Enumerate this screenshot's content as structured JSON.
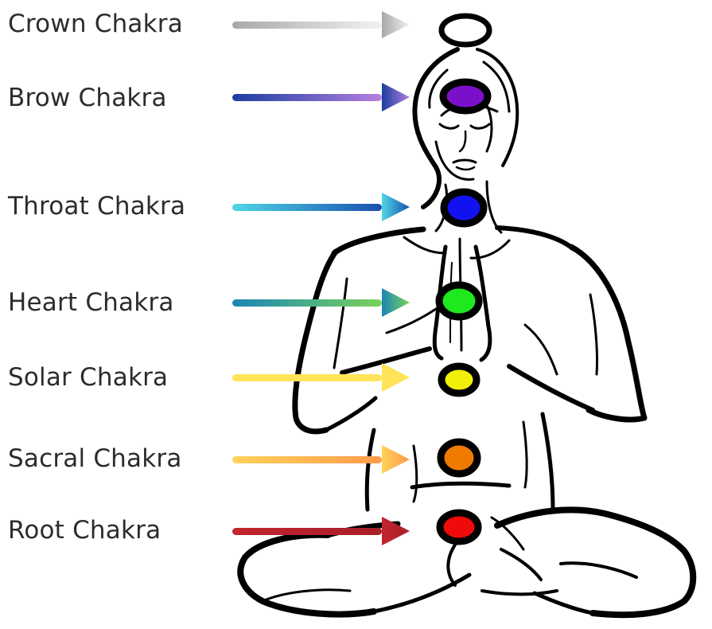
{
  "chakras": [
    {
      "label": "Crown Chakra",
      "arrow_from": "#a8a8a8",
      "arrow_to": "#f2f2f2",
      "dot_color": "#ffffff"
    },
    {
      "label": "Brow Chakra",
      "arrow_from": "#1a3fa0",
      "arrow_to": "#b57fe0",
      "dot_color": "#7a10c9"
    },
    {
      "label": "Throat Chakra",
      "arrow_from": "#4fd6e6",
      "arrow_to": "#1a4fb0",
      "dot_color": "#1212f0"
    },
    {
      "label": "Heart Chakra",
      "arrow_from": "#1a85b5",
      "arrow_to": "#7ad35a",
      "dot_color": "#1ee81e"
    },
    {
      "label": "Solar Chakra",
      "arrow_from": "#ffe45a",
      "arrow_to": "#ffe45a",
      "dot_color": "#f2f00a"
    },
    {
      "label": "Sacral Chakra",
      "arrow_from": "#ffd25a",
      "arrow_to": "#ff9a4a",
      "dot_color": "#f07a00"
    },
    {
      "label": "Root Chakra",
      "arrow_from": "#c2252f",
      "arrow_to": "#a81e28",
      "dot_color": "#f00a0a"
    }
  ]
}
